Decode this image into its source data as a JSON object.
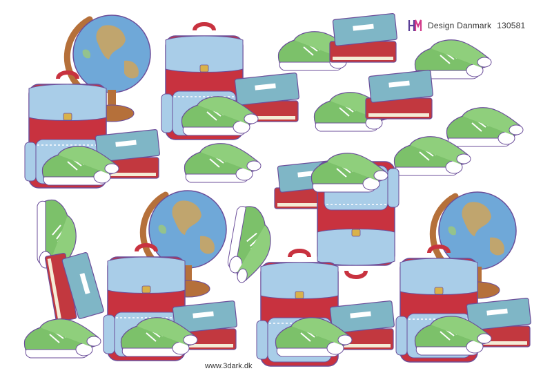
{
  "brand": {
    "logo_text": "HM",
    "name": "Design Danmark",
    "code": "130581"
  },
  "footer": {
    "url": "www.3dark.dk"
  },
  "illustration": {
    "groups": [
      {
        "name": "globe-bag-group",
        "icons": [
          "globe-icon",
          "backpack-icon",
          "book-stack-icon",
          "sneakers-icon"
        ]
      },
      {
        "name": "bag-group",
        "icons": [
          "backpack-icon",
          "book-stack-icon",
          "sneakers-icon"
        ]
      },
      {
        "name": "sneakers-pair",
        "icons": [
          "sneakers-icon"
        ]
      },
      {
        "name": "book-stack",
        "icons": [
          "book-stack-icon"
        ]
      }
    ],
    "colors": {
      "bag_red": "#c8323f",
      "bag_blue": "#a9cde8",
      "globe_ocean": "#6fa8d8",
      "globe_land": "#c9a463",
      "globe_stand": "#b5703a",
      "book_teal": "#7fb6c6",
      "book_red": "#c2383f",
      "shoe_green": "#7cc16a",
      "shoe_sole": "#ffffff",
      "outline": "#6b4e9a"
    }
  }
}
